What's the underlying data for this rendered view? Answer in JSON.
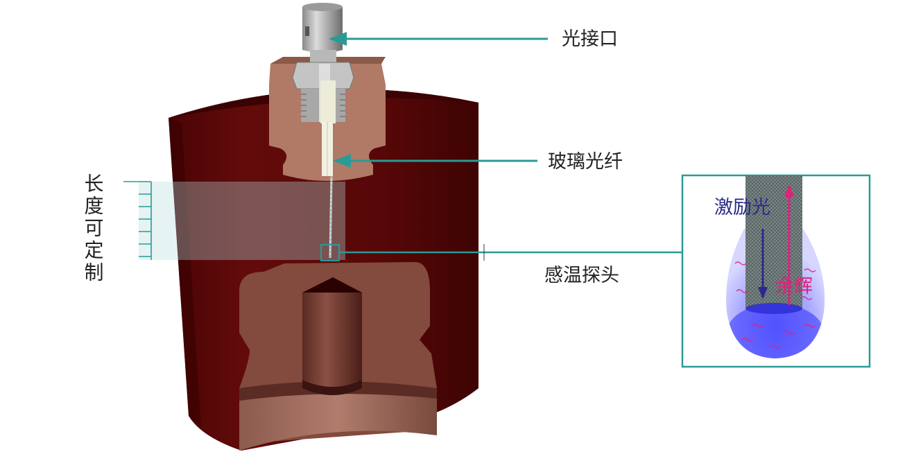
{
  "labels": {
    "optical_interface": "光接口",
    "glass_fiber": "玻璃光纤",
    "sensing_probe": "感温探头",
    "customizable_length": "长度可定制"
  },
  "inset": {
    "excitation_light": "激励光",
    "afterglow": "余辉"
  },
  "colors": {
    "callout": "#2a9a96",
    "body_dark": "#5a0a0a",
    "body_cut": "#7e4a40",
    "insulator": "#b07a66",
    "excitation": "#2a2a8a",
    "afterglow": "#e0207a"
  }
}
